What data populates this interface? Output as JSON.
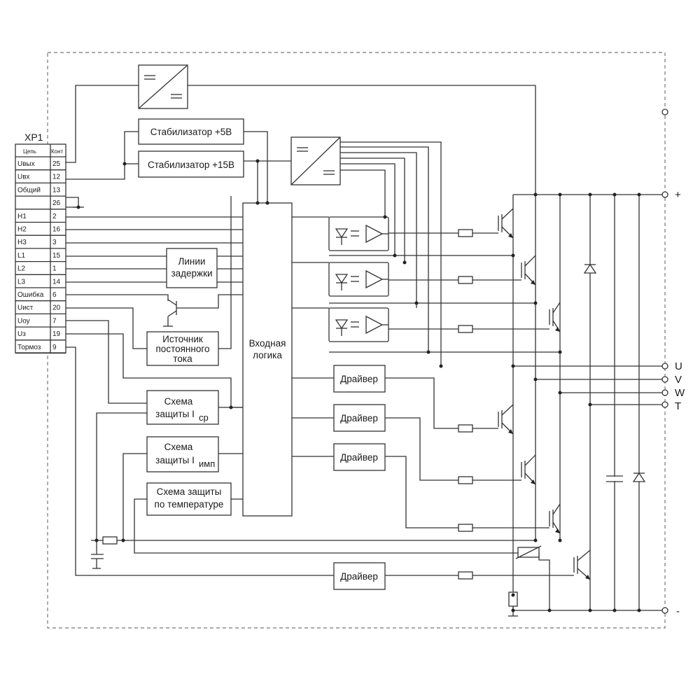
{
  "connector": {
    "title": "XP1",
    "header_signal": "Цепь",
    "header_pin": "Конт",
    "rows": [
      {
        "signal": "Uвых",
        "pin": "25"
      },
      {
        "signal": "Uвх",
        "pin": "12"
      },
      {
        "signal": "Общий",
        "pin": "13"
      },
      {
        "signal": "",
        "pin": "26"
      },
      {
        "signal": "H1",
        "pin": "2"
      },
      {
        "signal": "H2",
        "pin": "16"
      },
      {
        "signal": "H3",
        "pin": "3"
      },
      {
        "signal": "L1",
        "pin": "15"
      },
      {
        "signal": "L2",
        "pin": "1"
      },
      {
        "signal": "L3",
        "pin": "14"
      },
      {
        "signal": "Ошибка",
        "pin": "6"
      },
      {
        "signal": "Uист",
        "pin": "20"
      },
      {
        "signal": "Uоу",
        "pin": "7"
      },
      {
        "signal": "Uз",
        "pin": "19"
      },
      {
        "signal": "Тормоз",
        "pin": "9"
      }
    ]
  },
  "blocks": {
    "stab5": "Стабилизатор +5В",
    "stab15": "Стабилизатор +15В",
    "delay_line1": "Линии",
    "delay_line2": "задержки",
    "current_src1": "Источник",
    "current_src2": "постоянного",
    "current_src3": "тока",
    "input_logic1": "Входная",
    "input_logic2": "логика",
    "prot_avg1": "Схема",
    "prot_avg2": "защиты I",
    "prot_avg_sub": "ср",
    "prot_imp1": "Схема",
    "prot_imp2": "защиты I",
    "prot_imp_sub": "имп",
    "prot_temp1": "Схема защиты",
    "prot_temp2": "по температуре",
    "driver": "Драйвер"
  },
  "terminals": {
    "plus": "+",
    "minus": "-",
    "u": "U",
    "v": "V",
    "w": "W",
    "t": "T"
  },
  "colors": {
    "line": "#333333",
    "border_dashed": "#777777",
    "background": "#ffffff"
  }
}
